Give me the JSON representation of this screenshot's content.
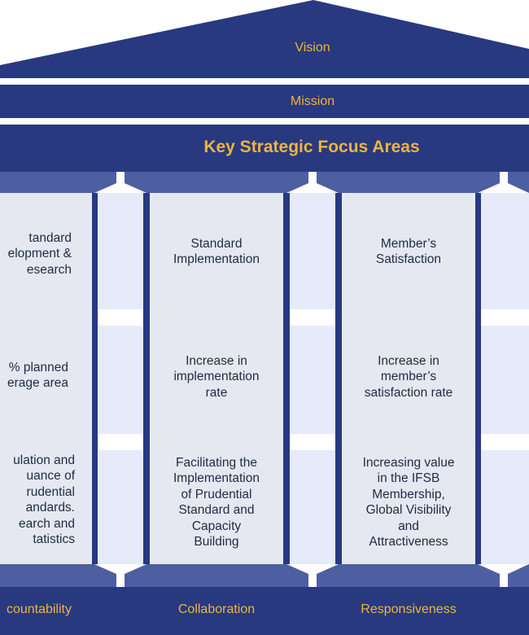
{
  "roof": {
    "vision": "Vision",
    "mission": "Mission",
    "heading": "Key Strategic Focus Areas"
  },
  "pillars": [
    {
      "row1": "tandard\nelopment &\nesearch",
      "row2": "% planned\nerage area",
      "row3": "ulation and\nuance of\nrudential\nandards.\nearch and\ntatistics"
    },
    {
      "row1": "Standard\nImplementation",
      "row2": "Increase in\nimplementation\nrate",
      "row3": "Facilitating the\nImplementation\nof Prudential\nStandard and\nCapacity\nBuilding"
    },
    {
      "row1": "Member’s\nSatisfaction",
      "row2": "Increase in\nmember’s\nsatisfaction rate",
      "row3": "Increasing value\nin the IFSB\nMembership,\nGlobal Visibility\nand\nAttractiveness"
    }
  ],
  "values": [
    "countability",
    "Collaboration",
    "Responsiveness"
  ],
  "colors": {
    "navy": "#283980",
    "stripe": "#4e5fa1",
    "pillar": "#e5e8f0",
    "gap": "#e7eaf9",
    "gold": "#f0b43c",
    "text": "#1f2a44"
  }
}
